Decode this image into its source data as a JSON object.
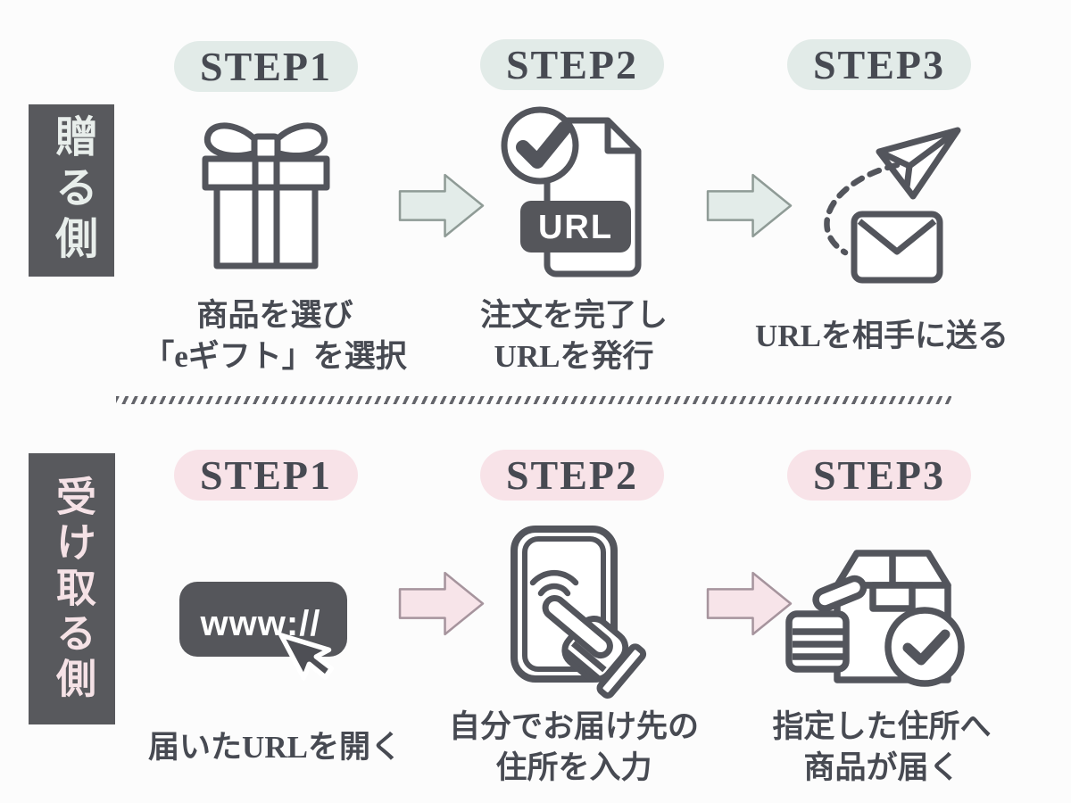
{
  "rows": [
    {
      "id": "giver",
      "side_label": "贈る側",
      "accent": "#e2ebe8",
      "steps": [
        {
          "badge": "STEP1",
          "icon": "gift-box-icon",
          "caption_lines": [
            "商品を選び",
            "「eギフト」を選択"
          ]
        },
        {
          "badge": "STEP2",
          "icon": "url-document-check-icon",
          "caption_lines": [
            "注文を完了し",
            "URLを発行"
          ]
        },
        {
          "badge": "STEP3",
          "icon": "send-mail-icon",
          "caption_lines": [
            "URLを相手に送る"
          ]
        }
      ]
    },
    {
      "id": "receiver",
      "side_label": "受け取る側",
      "accent": "#f8e3e8",
      "steps": [
        {
          "badge": "STEP1",
          "icon": "www-link-click-icon",
          "caption_lines": [
            "届いたURLを開く"
          ]
        },
        {
          "badge": "STEP2",
          "icon": "phone-tap-icon",
          "caption_lines": [
            "自分でお届け先の",
            "住所を入力"
          ]
        },
        {
          "badge": "STEP3",
          "icon": "package-delivered-icon",
          "caption_lines": [
            "指定した住所へ",
            "商品が届く"
          ]
        }
      ]
    }
  ],
  "icon_labels": {
    "url_badge": "URL",
    "www_button": "www://"
  },
  "colors": {
    "ink": "#53555c",
    "banner_bg": "#58595d",
    "giver_pill": "#e2ebe8",
    "receiver_pill": "#f8e3e8",
    "giver_arrow_fill": "#e3ece9",
    "receiver_arrow_fill": "#f7e4e9",
    "dark_badge": "#55565b"
  }
}
